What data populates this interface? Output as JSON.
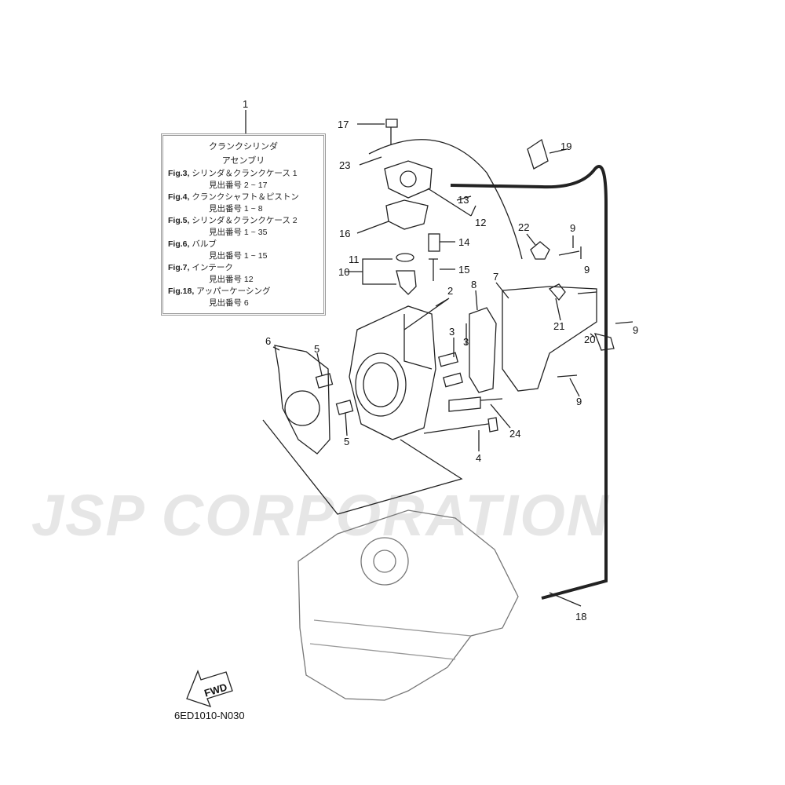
{
  "legend": {
    "title1": "クランクシリンダ",
    "title2": "アセンブリ",
    "entries": [
      {
        "fig": "Fig.3,",
        "name": "シリンダ＆クランクケース 1",
        "ref": "見出番号 2 ~ 17"
      },
      {
        "fig": "Fig.4,",
        "name": "クランクシャフト＆ピストン",
        "ref": "見出番号 1 ~ 8"
      },
      {
        "fig": "Fig.5,",
        "name": "シリンダ＆クランクケース 2",
        "ref": "見出番号 1 ~ 35"
      },
      {
        "fig": "Fig.6,",
        "name": "バルブ",
        "ref": "見出番号 1 ~ 15"
      },
      {
        "fig": "Fig.7,",
        "name": "インテーク",
        "ref": "見出番号 12"
      },
      {
        "fig": "Fig.18,",
        "name": "アッパーケーシング",
        "ref": "見出番号 6"
      }
    ]
  },
  "callouts": [
    "1",
    "17",
    "19",
    "23",
    "13",
    "12",
    "16",
    "22",
    "9",
    "14",
    "11",
    "15",
    "10",
    "8",
    "7",
    "9",
    "2",
    "21",
    "3",
    "3",
    "6",
    "5",
    "9",
    "20",
    "9",
    "5",
    "24",
    "4",
    "18"
  ],
  "watermark": "JSP CORPORATION",
  "fwd_label": "FWD",
  "diagram_code": "6ED1010-N030"
}
